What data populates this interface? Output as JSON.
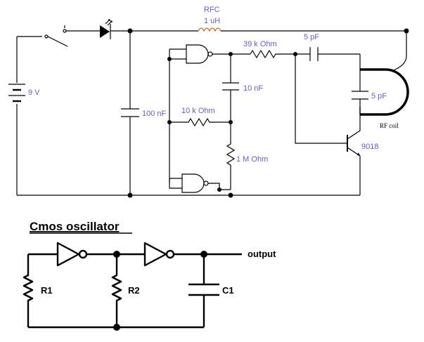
{
  "rf_circuit": {
    "rfc_label": "RFC",
    "rfc_value": "1 uH",
    "battery": "9 V",
    "cap_supply": "100 nF",
    "res_39k": "39 k Ohm",
    "cap_5pf_top": "5 pF",
    "cap_10nf": "10 nF",
    "res_10k": "10 k Ohm",
    "res_1m": "1 M Ohm",
    "cap_5pf_coil": "5 pF",
    "coil": "RF coil",
    "transistor": "9018"
  },
  "cmos": {
    "title": "Cmos oscillator",
    "output": "output",
    "r1": "R1",
    "r2": "R2",
    "c1": "C1"
  }
}
